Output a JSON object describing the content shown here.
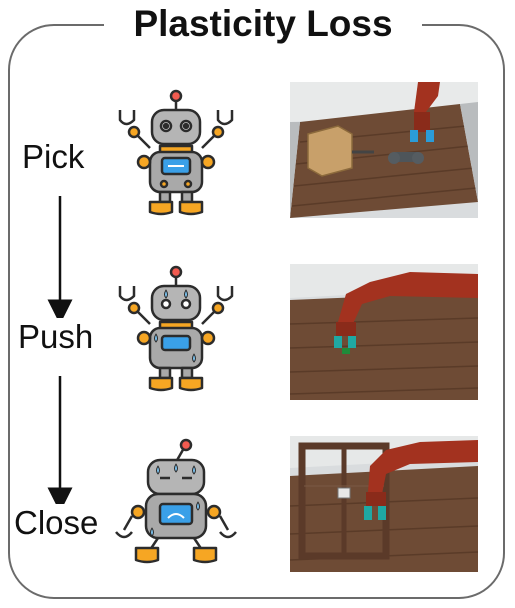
{
  "title": "Plasticity Loss",
  "steps": [
    {
      "label": "Pick",
      "robot": "happy-robot-icon",
      "scene": "robot-arm-pick-scene"
    },
    {
      "label": "Push",
      "robot": "sweating-robot-icon",
      "scene": "robot-arm-push-scene"
    },
    {
      "label": "Close",
      "robot": "exhausted-robot-icon",
      "scene": "robot-arm-close-window-scene"
    }
  ],
  "colors": {
    "robot_body": "#a9a9a9",
    "robot_orange": "#f6a623",
    "robot_screen": "#3aa0e8",
    "sweat": "#7cc3f0",
    "arm": "#a3321f",
    "wood": "#6e4b35"
  }
}
